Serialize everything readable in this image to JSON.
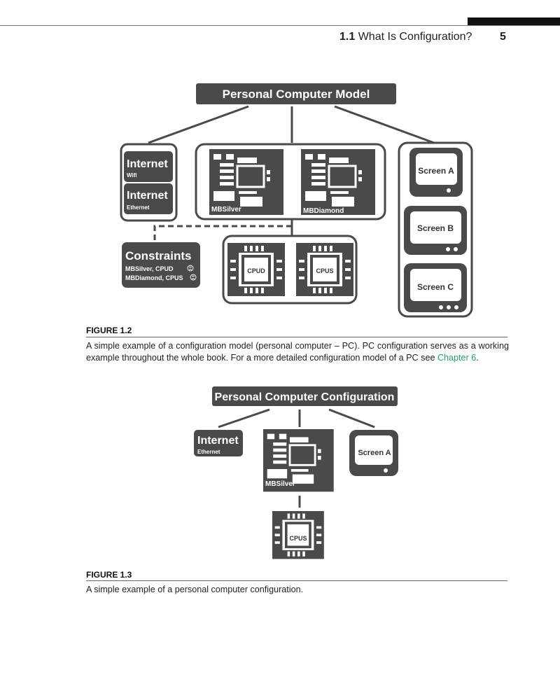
{
  "header": {
    "section_number": "1.1",
    "section_title": "What Is Configuration?",
    "page_number": "5"
  },
  "figure_1_2": {
    "root_label": "Personal Computer Model",
    "internet_1": {
      "title": "Internet",
      "sub": "Wifi"
    },
    "internet_2": {
      "title": "Internet",
      "sub": "Ethernet"
    },
    "mb_1": "MBSilver",
    "mb_2": "MBDiamond",
    "cpu_1": "CPUD",
    "cpu_2": "CPUS",
    "screens": [
      "Screen A",
      "Screen B",
      "Screen C"
    ],
    "constraints": {
      "title": "Constraints",
      "line_1": "MBSilver, CPUD",
      "line_2": "MBDiamond, CPUS"
    },
    "label": "FIGURE 1.2",
    "caption_before_link": "A simple example of a configuration model (personal computer – PC). PC configuration serves as a working example throughout the whole book. For a more detailed configuration model of a PC see ",
    "caption_link": "Chapter 6",
    "caption_after_link": "."
  },
  "figure_1_3": {
    "root_label": "Personal Computer Configuration",
    "internet": {
      "title": "Internet",
      "sub": "Ethernet"
    },
    "mb": "MBSilver",
    "screen": "Screen A",
    "cpu": "CPUS",
    "label": "FIGURE 1.3",
    "caption": "A simple example of a personal computer configuration."
  },
  "colors": {
    "dark": "#4a4a4a",
    "link": "#2b9a7c"
  }
}
